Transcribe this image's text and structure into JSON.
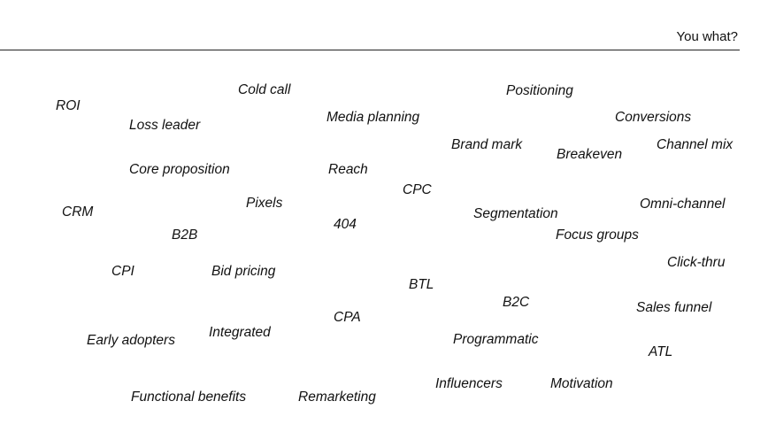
{
  "header": {
    "title": "You what?"
  },
  "terms": [
    "Cold call",
    "Positioning",
    "ROI",
    "Loss leader",
    "Media planning",
    "Conversions",
    "Brand mark",
    "Breakeven",
    "Channel mix",
    "Core proposition",
    "Reach",
    "CPC",
    "Pixels",
    "Segmentation",
    "Omni-channel",
    "CRM",
    "404",
    "B2B",
    "Focus groups",
    "Click-thru",
    "CPI",
    "Bid pricing",
    "BTL",
    "B2C",
    "Sales funnel",
    "CPA",
    "Integrated",
    "Early adopters",
    "Programmatic",
    "ATL",
    "Influencers",
    "Motivation",
    "Functional benefits",
    "Remarketing"
  ]
}
